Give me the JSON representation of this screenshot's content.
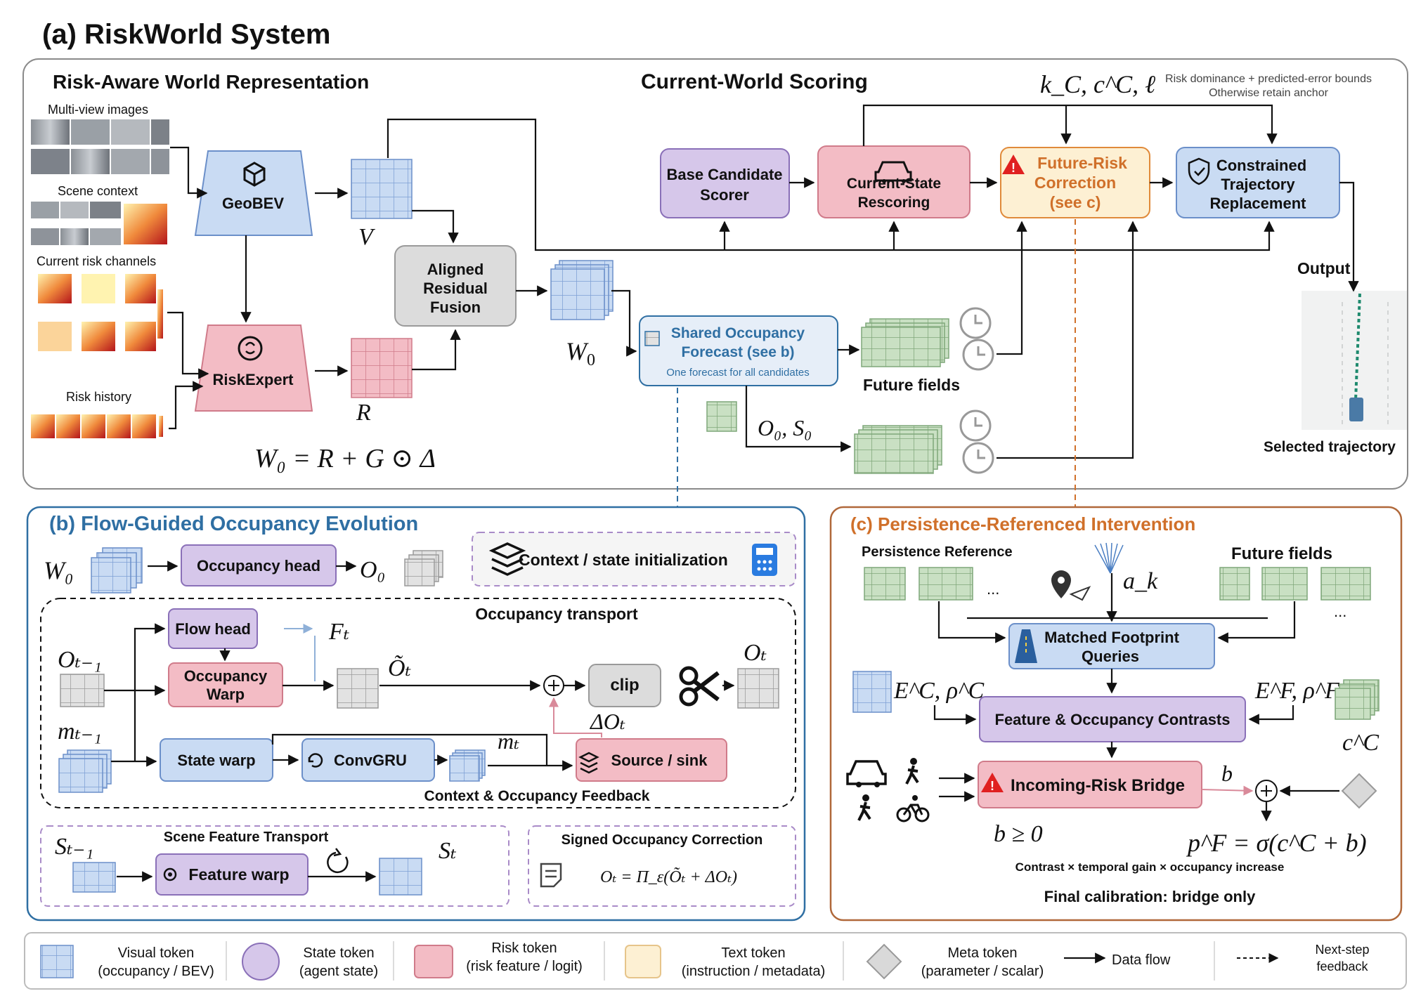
{
  "title": "(a) RiskWorld System",
  "panel_a": {
    "left_heading": "Risk-Aware World Representation",
    "right_heading": "Current-World Scoring",
    "inputs": {
      "multiview": "Multi-view images",
      "scene_context": "Scene context",
      "risk_channels": "Current risk channels",
      "risk_history": "Risk history"
    },
    "geobev": "GeoBEV",
    "riskexpert": "RiskExpert",
    "v_label": "V",
    "r_label": "R",
    "fusion": [
      "Aligned",
      "Residual",
      "Fusion"
    ],
    "w0_label": "W",
    "w0_sub": "0",
    "equation": "W₀ = R + G ⊙ Δ",
    "forecast": [
      "Shared Occupancy",
      "Forecast (see b)"
    ],
    "forecast_note": "One forecast for all candidates",
    "future_fields": "Future fields",
    "o0s0": "O₀, S₀",
    "scorer": [
      "Base Candidate",
      "Scorer"
    ],
    "rescoring": [
      "Current-State",
      "Rescoring"
    ],
    "correction": [
      "Future-Risk",
      "Correction",
      "(see c)"
    ],
    "replacement": [
      "Constrained",
      "Trajectory",
      "Replacement"
    ],
    "kc_label": "k_C, c^C, ℓ",
    "note_line1": "Risk dominance + predicted-error bounds",
    "note_line2": "Otherwise retain anchor",
    "output": "Output",
    "selected": "Selected trajectory"
  },
  "panel_b": {
    "heading": "(b) Flow-Guided Occupancy Evolution",
    "w0": "W₀",
    "occ_head": "Occupancy head",
    "o0": "O₀",
    "context_init": "Context / state initialization",
    "transport_title": "Occupancy transport",
    "flow_head": "Flow head",
    "ft": "Fₜ",
    "ot1": "Oₜ₋₁",
    "occ_warp": [
      "Occupancy",
      "Warp"
    ],
    "otilde": "Õₜ",
    "clip": "clip",
    "ot": "Oₜ",
    "delta": "ΔOₜ",
    "mt1": "mₜ₋₁",
    "state_warp": "State warp",
    "convgru": "ConvGRU",
    "mt": "mₜ",
    "source_sink": "Source / sink",
    "feedback": "Context & Occupancy Feedback",
    "scene_title": "Scene Feature Transport",
    "st1": "Sₜ₋₁",
    "feature_warp": "Feature warp",
    "st": "Sₜ",
    "signed_title": "Signed Occupancy Correction",
    "signed_eq": "Oₜ = Π_ε(Õₜ + ΔOₜ)"
  },
  "panel_c": {
    "heading": "(c) Persistence-Referenced Intervention",
    "persistence": "Persistence Reference",
    "future_fields": "Future fields",
    "ak": "a_k",
    "dots": "...",
    "matched": [
      "Matched Footprint",
      "Queries"
    ],
    "ec": "E^C, ρ^C",
    "ef": "E^F, ρ^F",
    "contrasts": "Feature & Occupancy Contrasts",
    "cc": "c^C",
    "bridge": "Incoming-Risk Bridge",
    "b": "b",
    "b_geq": "b ≥ 0",
    "pf": "p^F = σ(c^C + b)",
    "contrast_note": "Contrast × temporal gain × occupancy increase",
    "final_note": "Final calibration: bridge only"
  },
  "legend": {
    "visual": [
      "Visual token",
      "(occupancy / BEV)"
    ],
    "state": [
      "State token",
      "(agent state)"
    ],
    "risk": [
      "Risk token",
      "(risk feature / logit)"
    ],
    "text": [
      "Text token",
      "(instruction / metadata)"
    ],
    "meta": [
      "Meta token",
      "(parameter / scalar)"
    ],
    "data_flow": "Data flow",
    "next_step": [
      "Next-step",
      "feedback"
    ]
  },
  "colors": {
    "visual": "#c9dbf3",
    "state": "#d6c7ea",
    "risk": "#f3bcc5",
    "text": "#fdf0d3",
    "meta": "#d9d9d9",
    "panel_b_border": "#2f6fa3",
    "panel_c_border": "#b0683a",
    "green_grid": "#c9e0c3"
  }
}
